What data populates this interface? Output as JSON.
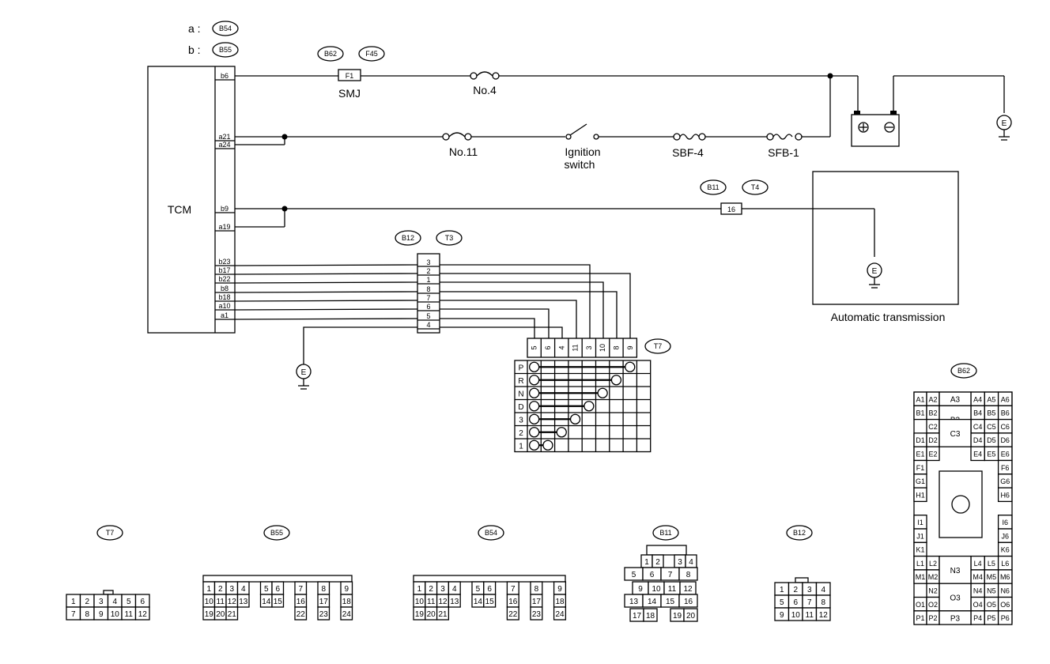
{
  "legend": [
    {
      "key": "a :",
      "connector": "B54"
    },
    {
      "key": "b :",
      "connector": "B55"
    }
  ],
  "tcm": {
    "label": "TCM",
    "pins": [
      "b6",
      "a21",
      "a24",
      "b9",
      "a19",
      "b23",
      "b17",
      "b22",
      "b8",
      "b18",
      "a10",
      "a1"
    ]
  },
  "labels": {
    "smj": "SMJ",
    "fuse4": "No.4",
    "fuse11": "No.11",
    "ignition": [
      "Ignition",
      "switch"
    ],
    "sbf4": "SBF-4",
    "sfb1": "SFB-1",
    "at": "Automatic transmission",
    "smj_pin": "F1",
    "b11_pin": "16"
  },
  "ovals": {
    "b62": "B62",
    "f45": "F45",
    "b11": "B11",
    "t4": "T4",
    "b12": "B12",
    "t3": "T3",
    "t7": "T7",
    "ground": "E"
  },
  "colors": {
    "line": "#000000",
    "bg": "#ffffff"
  },
  "t3": {
    "pins": [
      "3",
      "2",
      "1",
      "8",
      "7",
      "6",
      "5",
      "4"
    ]
  },
  "t7_switch": {
    "cols": [
      "5",
      "6",
      "4",
      "11",
      "3",
      "10",
      "8",
      "9"
    ],
    "rows": [
      "P",
      "R",
      "N",
      "D",
      "3",
      "2",
      "1"
    ]
  },
  "connectors": {
    "t7": {
      "name": "T7",
      "rows": [
        [
          "1",
          "2",
          "3",
          "4",
          "5",
          "6"
        ],
        [
          "7",
          "8",
          "9",
          "10",
          "11",
          "12"
        ]
      ]
    },
    "b55": {
      "name": "B55",
      "rows": [
        [
          "1",
          "2",
          "3",
          "4",
          "",
          "5",
          "6",
          "",
          "7",
          "",
          "8",
          "",
          "9"
        ],
        [
          "10",
          "11",
          "12",
          "13",
          "",
          "14",
          "15",
          "",
          "16",
          "",
          "17",
          "",
          "18"
        ],
        [
          "19",
          "20",
          "21",
          "",
          "",
          "",
          "",
          "",
          "22",
          "",
          "23",
          "",
          "24"
        ]
      ]
    },
    "b54": {
      "name": "B54",
      "rows": [
        [
          "1",
          "2",
          "3",
          "4",
          "",
          "5",
          "6",
          "",
          "7",
          "",
          "8",
          "",
          "9"
        ],
        [
          "10",
          "11",
          "12",
          "13",
          "",
          "14",
          "15",
          "",
          "16",
          "",
          "17",
          "",
          "18"
        ],
        [
          "19",
          "20",
          "21",
          "",
          "",
          "",
          "",
          "",
          "22",
          "",
          "23",
          "",
          "24"
        ]
      ]
    },
    "b11": {
      "name": "B11",
      "rows": [
        [
          "1",
          "2",
          "",
          "3",
          "4"
        ],
        [
          "5",
          "6",
          "7",
          "8"
        ],
        [
          "9",
          "10",
          "11",
          "12"
        ],
        [
          "13",
          "14",
          "15",
          "16"
        ],
        [
          "17",
          "18",
          "",
          "19",
          "20"
        ]
      ]
    },
    "b12": {
      "name": "B12",
      "rows": [
        [
          "1",
          "2",
          "3",
          "4"
        ],
        [
          "5",
          "6",
          "7",
          "8",
          "9",
          "10",
          "11",
          "12"
        ]
      ]
    },
    "b62": {
      "name": "B62",
      "cells": [
        "A1",
        "A2",
        "A3",
        "A4",
        "A5",
        "A6",
        "B1",
        "B2",
        "B3",
        "B4",
        "B5",
        "B6",
        "C2",
        "C3",
        "C4",
        "C5",
        "C6",
        "D1",
        "D2",
        "D4",
        "D5",
        "D6",
        "E1",
        "E2",
        "E4",
        "E5",
        "E6",
        "F1",
        "F6",
        "G1",
        "G6",
        "H1",
        "H6",
        "I1",
        "I6",
        "J1",
        "J6",
        "K1",
        "K6",
        "L1",
        "L2",
        "L4",
        "L5",
        "L6",
        "M1",
        "M2",
        "N3",
        "M4",
        "M5",
        "M6",
        "N2",
        "O3",
        "N4",
        "N5",
        "N6",
        "O1",
        "O2",
        "O4",
        "O5",
        "O6",
        "P1",
        "P2",
        "P3",
        "P4",
        "P5",
        "P6"
      ]
    }
  }
}
